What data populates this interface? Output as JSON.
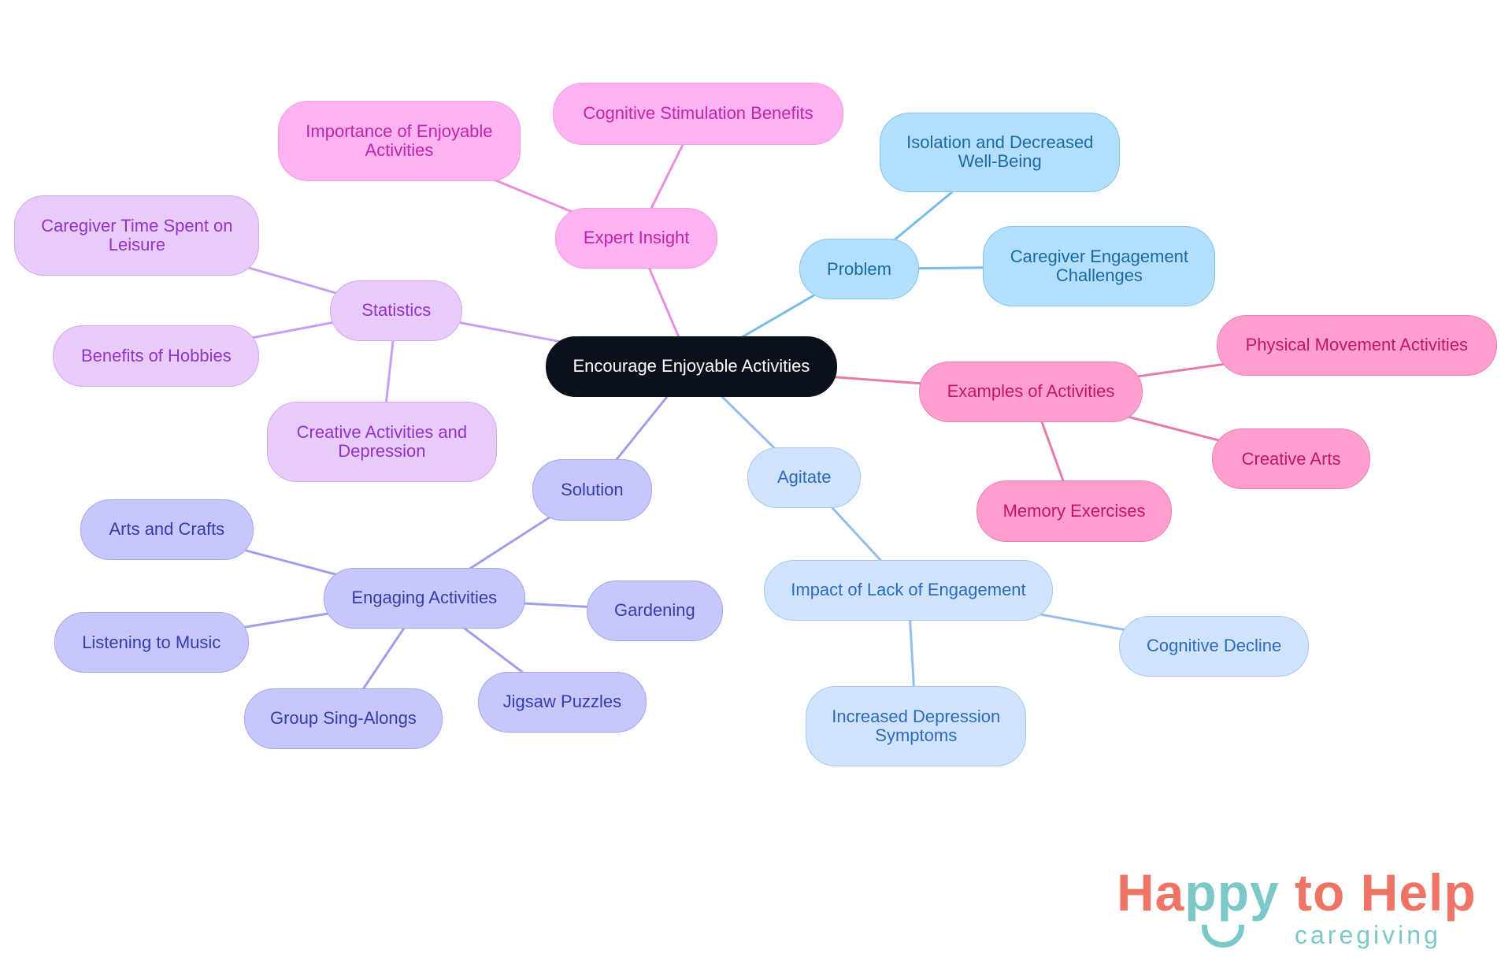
{
  "colors": {
    "root": {
      "fill": "#0b111b",
      "border": "#0b111b",
      "text": "#ffffff",
      "edge": "#0b111b"
    },
    "expert": {
      "fill": "#fdb2f2",
      "border": "#f29de6",
      "text": "#c026a8",
      "edge": "#e690df"
    },
    "statistics": {
      "fill": "#e8cafb",
      "border": "#d3a9f2",
      "text": "#9234c8",
      "edge": "#c89ff0"
    },
    "problem": {
      "fill": "#b3dffc",
      "border": "#84c4ee",
      "text": "#1b6aa8",
      "edge": "#78bde8"
    },
    "examples": {
      "fill": "#ff9fcf",
      "border": "#ee80b4",
      "text": "#c81465",
      "edge": "#e57ba9"
    },
    "agitate": {
      "fill": "#cfe3fc",
      "border": "#a8c8ee",
      "text": "#2d6ac0",
      "edge": "#96bde8"
    },
    "solution": {
      "fill": "#c6c8fb",
      "border": "#a4a6ee",
      "text": "#3a39ae",
      "edge": "#9d9fe8"
    }
  },
  "nodes": [
    {
      "id": "root",
      "label": "Encourage Enjoyable Activities",
      "group": "root"
    },
    {
      "id": "expert",
      "label": "Expert Insight",
      "group": "expert",
      "parent": "root"
    },
    {
      "id": "cognitive-stimulation",
      "label": "Cognitive Stimulation Benefits",
      "group": "expert",
      "parent": "expert"
    },
    {
      "id": "importance",
      "label": "Importance of Enjoyable Activities",
      "group": "expert",
      "parent": "expert"
    },
    {
      "id": "statistics",
      "label": "Statistics",
      "group": "statistics",
      "parent": "root"
    },
    {
      "id": "caregiver-time",
      "label": "Caregiver Time Spent on Leisure",
      "group": "statistics",
      "parent": "statistics"
    },
    {
      "id": "benefits-hobbies",
      "label": "Benefits of Hobbies",
      "group": "statistics",
      "parent": "statistics"
    },
    {
      "id": "creative-depression",
      "label": "Creative Activities and Depression",
      "group": "statistics",
      "parent": "statistics"
    },
    {
      "id": "problem",
      "label": "Problem",
      "group": "problem",
      "parent": "root"
    },
    {
      "id": "isolation",
      "label": "Isolation and Decreased Well-Being",
      "group": "problem",
      "parent": "problem"
    },
    {
      "id": "caregiver-engagement",
      "label": "Caregiver Engagement Challenges",
      "group": "problem",
      "parent": "problem"
    },
    {
      "id": "examples",
      "label": "Examples of Activities",
      "group": "examples",
      "parent": "root"
    },
    {
      "id": "physical",
      "label": "Physical Movement Activities",
      "group": "examples",
      "parent": "examples"
    },
    {
      "id": "creative-arts",
      "label": "Creative Arts",
      "group": "examples",
      "parent": "examples"
    },
    {
      "id": "memory",
      "label": "Memory Exercises",
      "group": "examples",
      "parent": "examples"
    },
    {
      "id": "agitate",
      "label": "Agitate",
      "group": "agitate",
      "parent": "root"
    },
    {
      "id": "impact",
      "label": "Impact of Lack of Engagement",
      "group": "agitate",
      "parent": "agitate"
    },
    {
      "id": "cognitive-decline",
      "label": "Cognitive Decline",
      "group": "agitate",
      "parent": "impact"
    },
    {
      "id": "increased-depression",
      "label": "Increased Depression Symptoms",
      "group": "agitate",
      "parent": "impact"
    },
    {
      "id": "solution",
      "label": "Solution",
      "group": "solution",
      "parent": "root"
    },
    {
      "id": "engaging",
      "label": "Engaging Activities",
      "group": "solution",
      "parent": "solution"
    },
    {
      "id": "arts-crafts",
      "label": "Arts and Crafts",
      "group": "solution",
      "parent": "engaging"
    },
    {
      "id": "listening-music",
      "label": "Listening to Music",
      "group": "solution",
      "parent": "engaging"
    },
    {
      "id": "group-sing",
      "label": "Group Sing-Alongs",
      "group": "solution",
      "parent": "engaging"
    },
    {
      "id": "jigsaw",
      "label": "Jigsaw Puzzles",
      "group": "solution",
      "parent": "engaging"
    },
    {
      "id": "gardening",
      "label": "Gardening",
      "group": "solution",
      "parent": "engaging"
    }
  ],
  "logo": {
    "text": "Happy to Help caregiving"
  }
}
